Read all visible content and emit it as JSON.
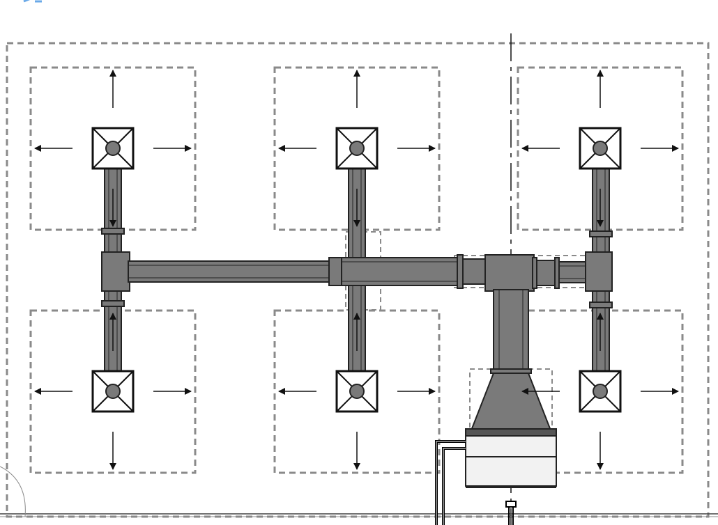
{
  "drawing": {
    "type": "hvac-duct-plan",
    "colors": {
      "background": "#ffffff",
      "duct_fill": "#7a7a7a",
      "duct_outline": "#222222",
      "dashed_line": "#8a8a8a",
      "arrow": "#111111",
      "centerline": "#111111",
      "pipe": "#000000",
      "unit_fill": "#f2f2f2"
    },
    "room": {
      "name": "room-boundary"
    },
    "diffusers": [
      {
        "id": "diffuser-top-left"
      },
      {
        "id": "diffuser-top-middle"
      },
      {
        "id": "diffuser-top-right"
      },
      {
        "id": "diffuser-bottom-left"
      },
      {
        "id": "diffuser-bottom-middle"
      },
      {
        "id": "diffuser-bottom-right"
      }
    ],
    "air_handling_unit": {
      "name": "air-handling-unit"
    }
  }
}
